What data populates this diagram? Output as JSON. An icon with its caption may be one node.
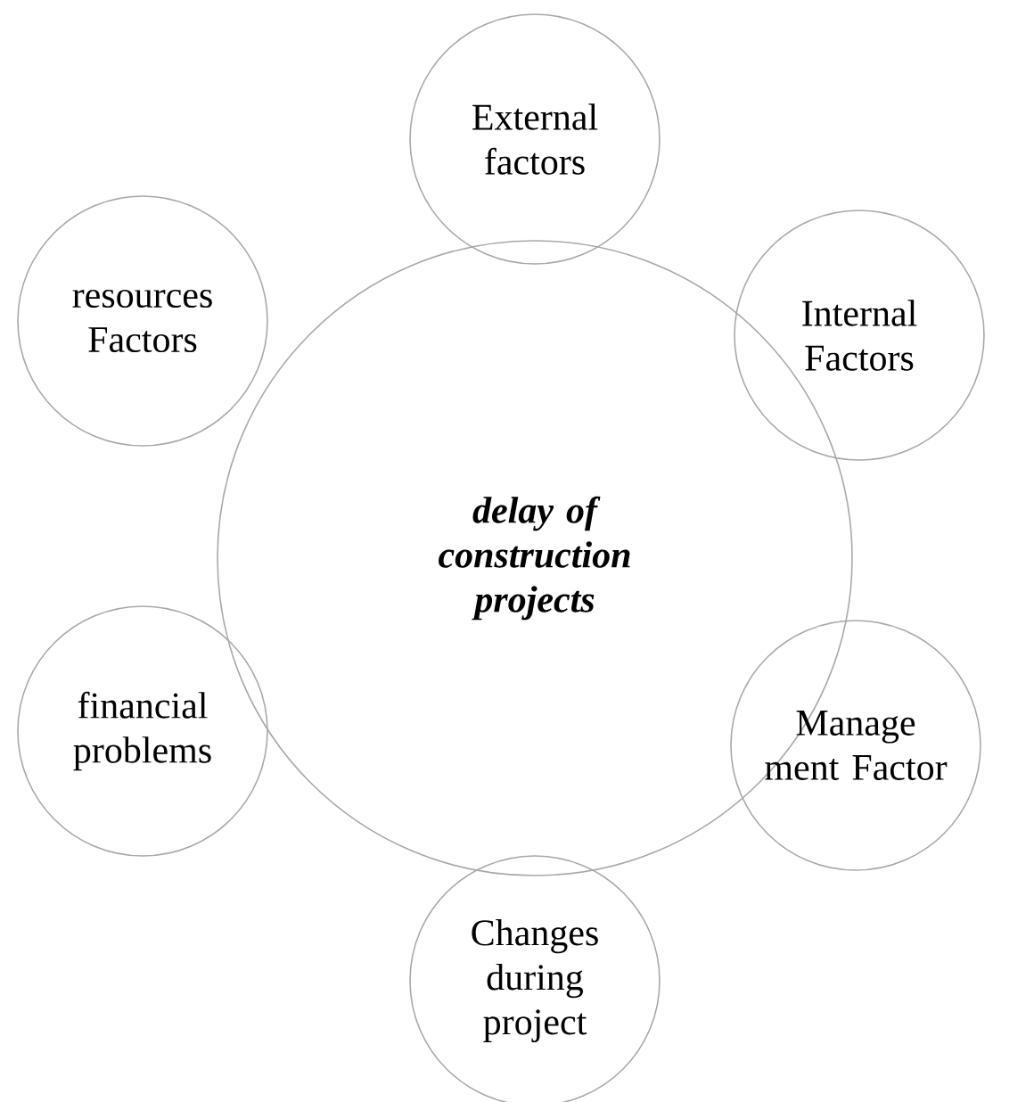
{
  "diagram": {
    "nodes": [
      {
        "text": [
          "delay of construction projects"
        ]
      },
      {
        "text": [
          "External factors"
        ]
      },
      {
        "text": [
          "Internal Factors"
        ]
      },
      {
        "text": [
          "Manage ment Factor"
        ]
      },
      {
        "text": [
          "Changes during project"
        ]
      },
      {
        "text": [
          "financial problems"
        ]
      },
      {
        "text": [
          "resources Factors"
        ]
      }
    ]
  }
}
